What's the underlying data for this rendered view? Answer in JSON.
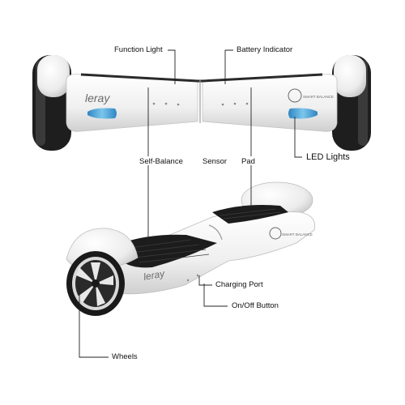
{
  "product": {
    "brand_logo_text": "leray",
    "badge_logo_text": "SMART BALANCE"
  },
  "callouts": {
    "function_light": "Function Light",
    "battery_indicator": "Battery Indicator",
    "led_lights": "LED Lights",
    "self_balance": "Self-Balance",
    "sensor": "Sensor",
    "pad": "Pad",
    "charging_port": "Charging Port",
    "on_off_button": "On/Off Button",
    "wheels": "Wheels"
  },
  "colors": {
    "body": "#f2f2f2",
    "body_shade": "#d8d8d8",
    "tire": "#1e1e1e",
    "led_blue": "#4aa8d8",
    "rim": "#2a2a2a",
    "line": "#222222"
  }
}
